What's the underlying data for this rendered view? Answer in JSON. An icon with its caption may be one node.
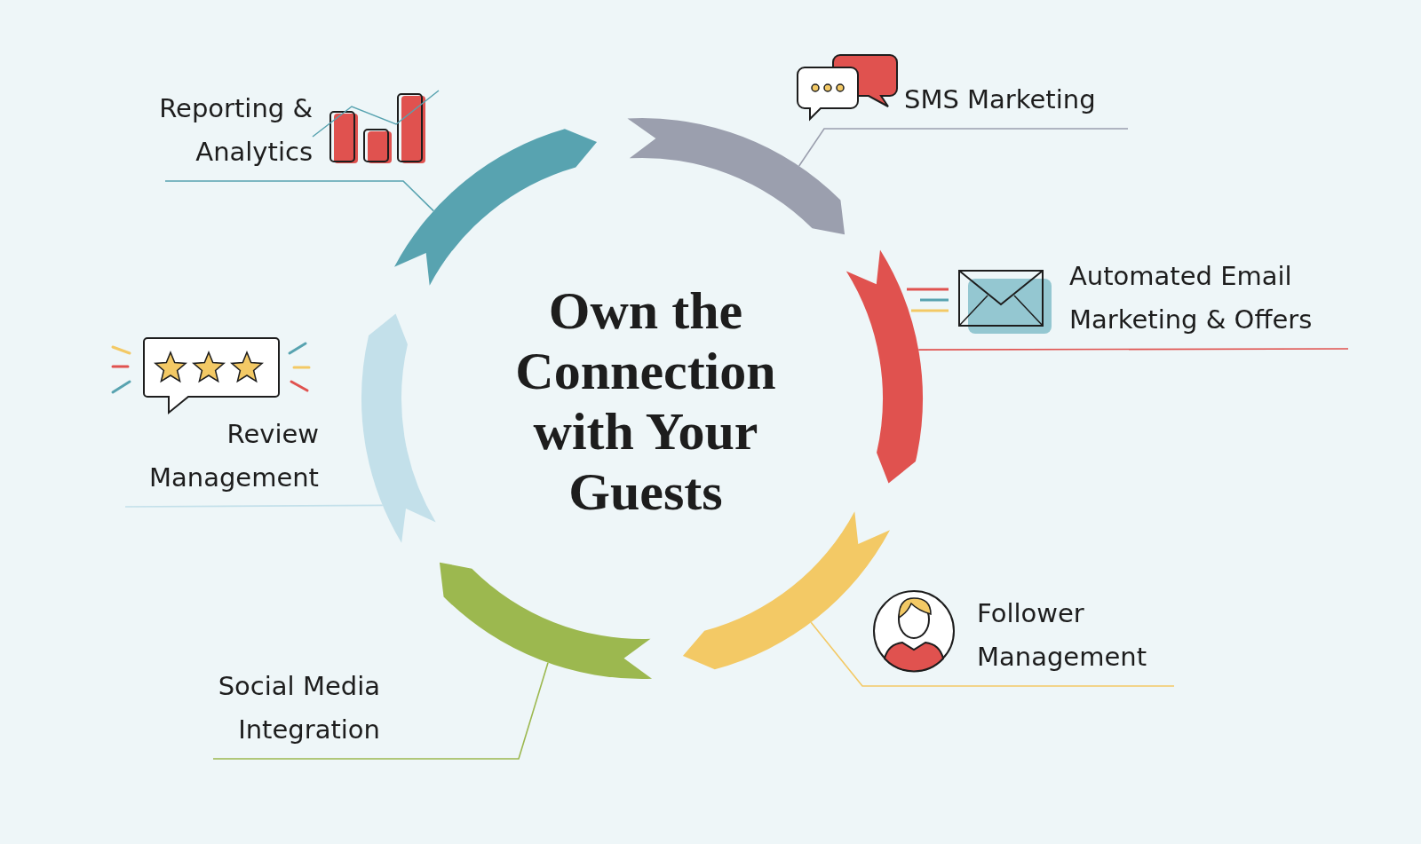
{
  "diagram": {
    "title": "Own the Connection with Your Guests",
    "nodes": [
      {
        "text": [
          "Reporting & Analytics"
        ]
      },
      {
        "text": [
          "SMS Marketing"
        ]
      },
      {
        "text": [
          "Automated Email Marketing & Offers"
        ]
      },
      {
        "text": [
          "Review Management"
        ]
      },
      {
        "text": [
          "Follower Management"
        ]
      },
      {
        "text": [
          "Social Media Integration"
        ]
      },
      {
        "text": [],
        "shape": "arc"
      },
      {
        "text": [],
        "shape": "arc"
      },
      {
        "text": [],
        "shape": "arc"
      },
      {
        "text": [],
        "shape": "arc"
      },
      {
        "text": [],
        "shape": "arc"
      },
      {
        "text": [],
        "shape": "arc"
      }
    ],
    "edges": [
      {
        "from": 0,
        "to": 6,
        "arrow": "none",
        "color": "#58a3b0"
      },
      {
        "from": 1,
        "to": 7,
        "arrow": "none",
        "color": "#9b9fae"
      },
      {
        "from": 2,
        "to": 8,
        "arrow": "none",
        "color": "#e0524f"
      },
      {
        "from": 3,
        "to": 9,
        "arrow": "none",
        "color": "#c3e0ea"
      },
      {
        "from": 4,
        "to": 10,
        "arrow": "none",
        "color": "#f3c965"
      },
      {
        "from": 5,
        "to": 11,
        "arrow": "none",
        "color": "#9cb84f"
      }
    ]
  }
}
